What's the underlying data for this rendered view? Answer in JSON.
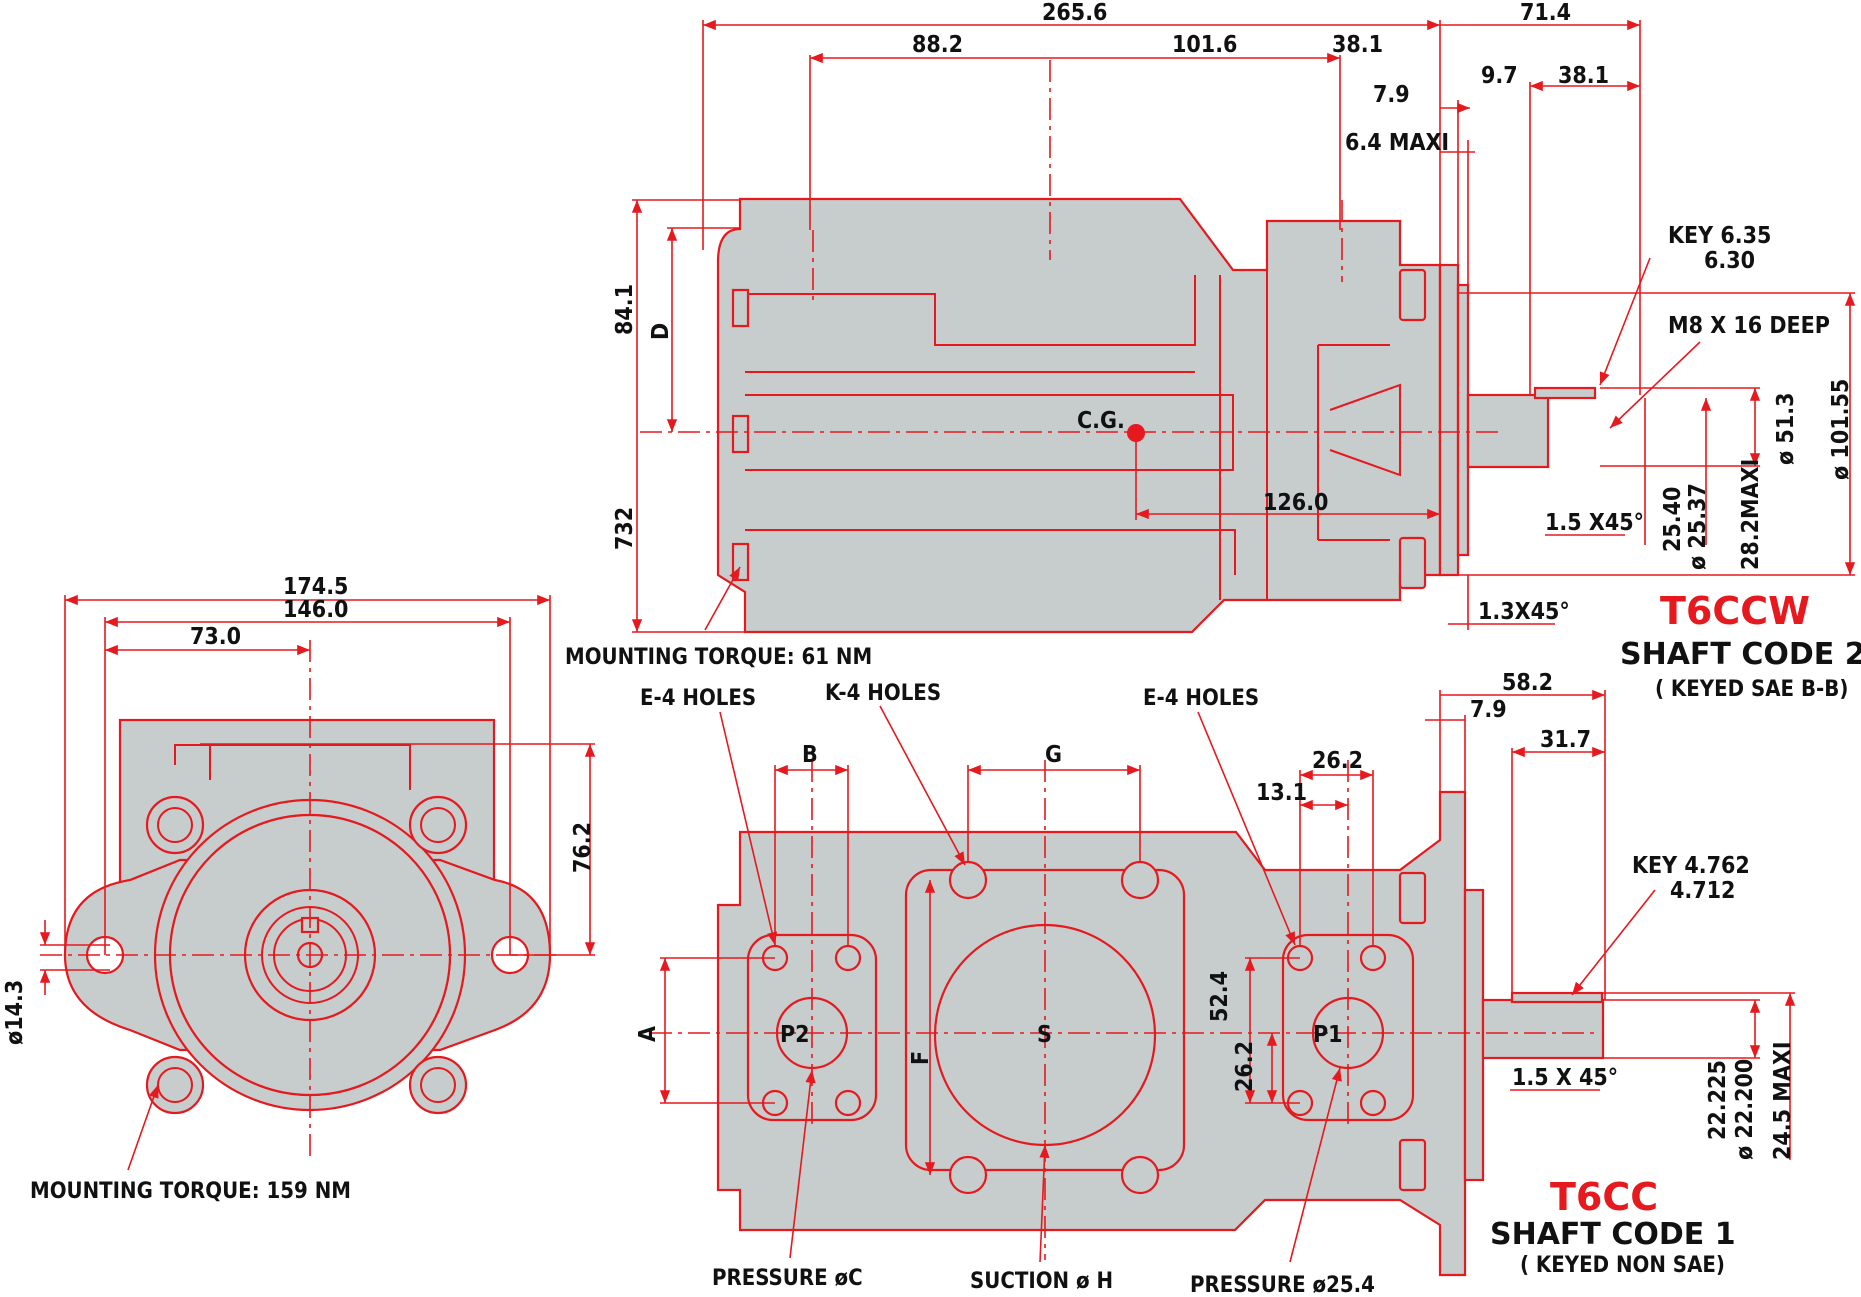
{
  "colors": {
    "accent": "#e5191e",
    "body_fill": "#c7cccc",
    "text": "#111111"
  },
  "top_view": {
    "dims": {
      "overall": "265.6",
      "right": "71.4",
      "d1": "88.2",
      "d2": "101.6",
      "d3": "38.1",
      "d_79": "7.9",
      "d_97": "9.7",
      "d_381b": "38.1",
      "d_64": "6.4 MAXI",
      "h_841": "84.1",
      "h_D": "D",
      "h_732": "732",
      "d_1260": "126.0",
      "cg": "C.G.",
      "key1": "KEY 6.35",
      "key2": "6.30",
      "tap": "M8 X 16 DEEP",
      "dia_513": "ø 51.3",
      "dia_10155": "ø 101.55",
      "chamfer": "1.5 X45°",
      "d2540": "25.40",
      "d2537": "ø 25.37",
      "d282": "28.2MAXI",
      "chamfer2": "1.3X45°"
    },
    "torque": "MOUNTING TORQUE: 61 NM",
    "title": "T6CCW",
    "shaft_code": "SHAFT CODE 2",
    "shaft_type": "( KEYED SAE B-B)"
  },
  "left_view": {
    "dims": {
      "w1745": "174.5",
      "w146": "146.0",
      "w73": "73.0",
      "h762": "76.2",
      "d143": "ø14.3"
    },
    "torque": "MOUNTING TORQUE: 159 NM"
  },
  "bottom_view": {
    "callouts": {
      "e1": "E-4 HOLES",
      "k": "K-4 HOLES",
      "e2": "E-4 HOLES",
      "pc": "PRESSURE øC",
      "sh": "SUCTION ø H",
      "p254": "PRESSURE ø25.4"
    },
    "dims": {
      "B": "B",
      "G": "G",
      "A": "A",
      "F": "F",
      "d262": "26.2",
      "d131": "13.1",
      "d524": "52.4",
      "d262b": "26.2",
      "d582": "58.2",
      "d79": "7.9",
      "d317": "31.7",
      "key1": "KEY 4.762",
      "key2": "4.712",
      "chamfer": "1.5 X 45°",
      "d22225": "22.225",
      "d22200": "ø 22.200",
      "d245": "24.5 MAXI"
    },
    "ports": {
      "p2": "P2",
      "s": "S",
      "p1": "P1"
    },
    "title": "T6CC",
    "shaft_code": "SHAFT CODE 1",
    "shaft_type": "( KEYED NON SAE)"
  }
}
